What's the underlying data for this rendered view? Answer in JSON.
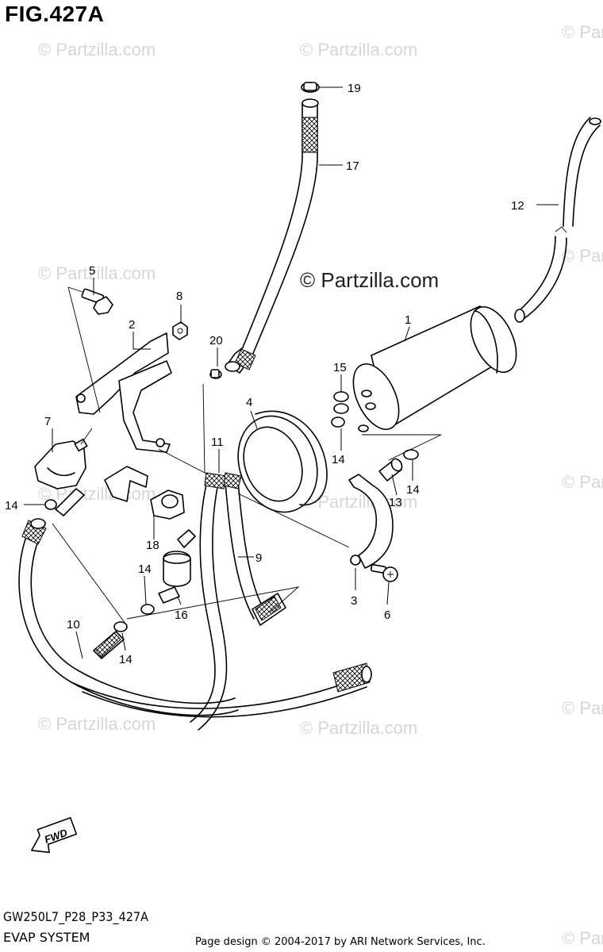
{
  "header": {
    "figure_title": "FIG.427A"
  },
  "footer": {
    "model_code": "GW250L7_P28_P33_427A",
    "section_name": "EVAP SYSTEM",
    "credit": "Page design © 2004-2017 by ARI Network Services, Inc."
  },
  "watermark": {
    "text": "© Partzilla.com",
    "center_text": "© Partzilla.com"
  },
  "fwd_label": "FWD",
  "callouts": {
    "c1": "1",
    "c2": "2",
    "c3": "3",
    "c4": "4",
    "c5": "5",
    "c6": "6",
    "c7": "7",
    "c8": "8",
    "c9": "9",
    "c10": "10",
    "c11": "11",
    "c12": "12",
    "c13": "13",
    "c14a": "14",
    "c14b": "14",
    "c14c": "14",
    "c14d": "14",
    "c14e": "14",
    "c15": "15",
    "c16": "16",
    "c17": "17",
    "c18": "18",
    "c19": "19",
    "c20": "20"
  }
}
